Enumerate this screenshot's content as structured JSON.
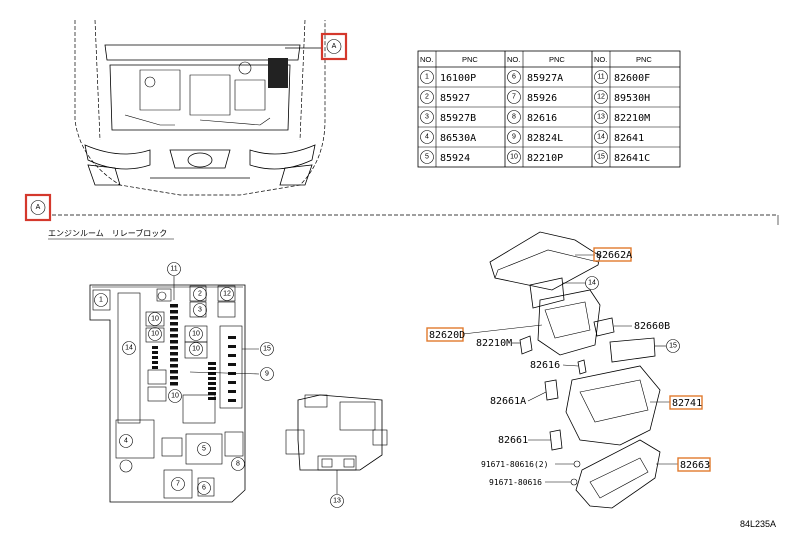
{
  "table": {
    "headers": [
      "NO.",
      "PNC",
      "NO.",
      "PNC",
      "NO.",
      "PNC"
    ],
    "rows": [
      [
        {
          "no": "1",
          "pnc": "16100P"
        },
        {
          "no": "6",
          "pnc": "85927A"
        },
        {
          "no": "11",
          "pnc": "82600F"
        }
      ],
      [
        {
          "no": "2",
          "pnc": "85927"
        },
        {
          "no": "7",
          "pnc": "85926"
        },
        {
          "no": "12",
          "pnc": "89530H"
        }
      ],
      [
        {
          "no": "3",
          "pnc": "85927B"
        },
        {
          "no": "8",
          "pnc": "82616"
        },
        {
          "no": "13",
          "pnc": "82210M"
        }
      ],
      [
        {
          "no": "4",
          "pnc": "86530A"
        },
        {
          "no": "9",
          "pnc": "82824L"
        },
        {
          "no": "14",
          "pnc": "82641"
        }
      ],
      [
        {
          "no": "5",
          "pnc": "85924"
        },
        {
          "no": "10",
          "pnc": "82210P"
        },
        {
          "no": "15",
          "pnc": "82641C"
        }
      ]
    ]
  },
  "marker_a": "A",
  "section_title": "エンジンルーム　リレーブロック",
  "callouts": {
    "p82662A": "82662A",
    "p82620D": "82620D",
    "p82210M": "82210M",
    "p82616": "82616",
    "p82660B": "82660B",
    "p82661A": "82661A",
    "p82741": "82741",
    "p82661": "82661",
    "p82663": "82663",
    "bolt1": "91671-80616(2)",
    "bolt2": "91671-80616"
  },
  "block_numbers": {
    "n1": "1",
    "n2": "2",
    "n3": "3",
    "n4": "4",
    "n5": "5",
    "n6": "6",
    "n7": "7",
    "n8": "8",
    "n9": "9",
    "n10": "10",
    "n11": "11",
    "n12": "12",
    "n13": "13",
    "n14": "14",
    "n15": "15"
  },
  "figure_id": "84L235A",
  "colors": {
    "highlight_red": "#d4382c",
    "highlight_orange": "#e07a2e"
  }
}
